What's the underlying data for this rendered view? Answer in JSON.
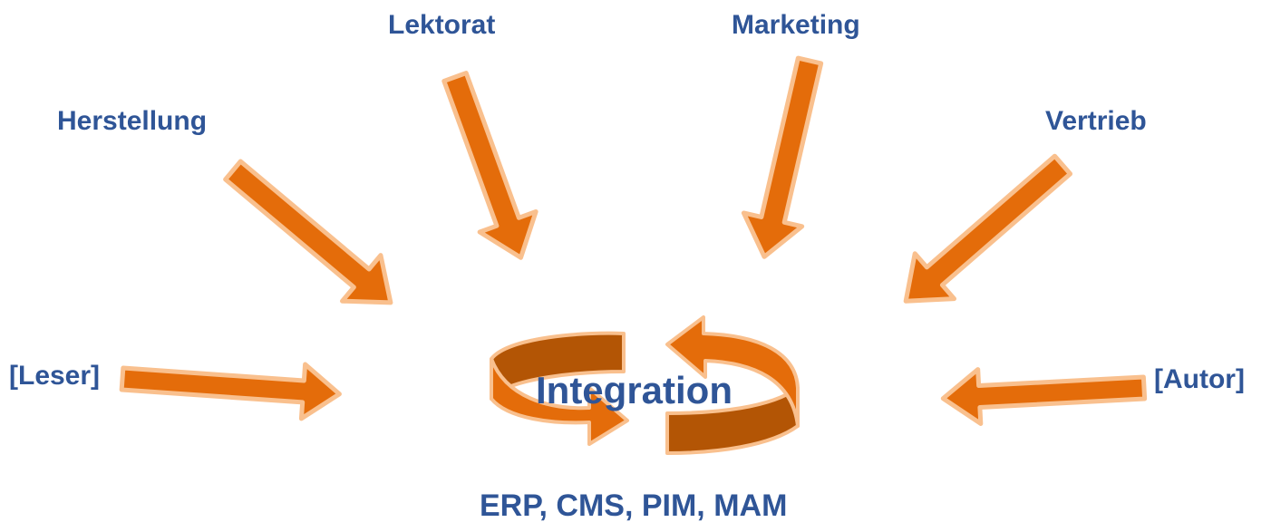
{
  "diagram": {
    "sources": {
      "lektorat": "Lektorat",
      "marketing": "Marketing",
      "herstellung": "Herstellung",
      "vertrieb": "Vertrieb",
      "leser": "[Leser]",
      "autor": "[Autor]"
    },
    "center": {
      "title": "Integration",
      "subtitle": "ERP, CMS, PIM, MAM"
    },
    "colors": {
      "label_text": "#2f5597",
      "arrow_fill": "#e46c0a",
      "arrow_outline": "#f9c08e",
      "cycle_inner": "#b35505"
    }
  }
}
